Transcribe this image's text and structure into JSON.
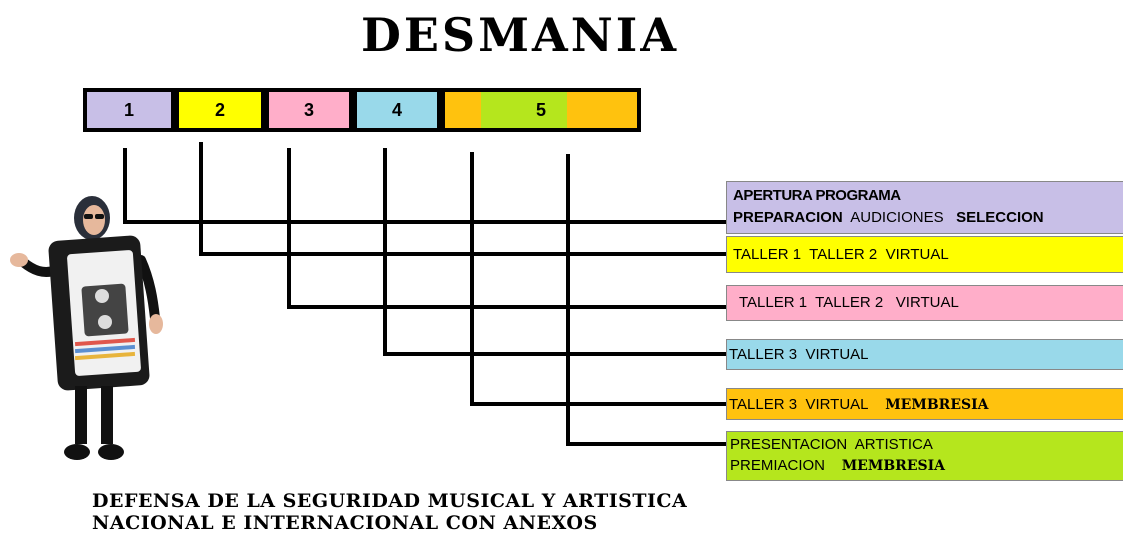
{
  "title": "DESMANIA",
  "phases": [
    {
      "label": "1",
      "color": "#c8bfe7"
    },
    {
      "label": "2",
      "color": "#ffff00"
    },
    {
      "label": "3",
      "color": "#ffaec9"
    },
    {
      "label": "4",
      "color": "#99d9ea"
    },
    {
      "label": "5",
      "colors": [
        "#ffc20e",
        "#b5e61d",
        "#ffc20e"
      ]
    }
  ],
  "boxes": [
    {
      "color": "#c8bfe7",
      "lines": [
        [
          "APERTURA PROGRAMA"
        ],
        [
          "PREPARACION",
          "AUDICIONES",
          "SELECCION"
        ]
      ]
    },
    {
      "color": "#ffff00",
      "lines": [
        [
          "TALLER 1",
          "TALLER 2",
          "VIRTUAL"
        ]
      ]
    },
    {
      "color": "#ffaec9",
      "lines": [
        [
          "TALLER 1",
          "TALLER 2",
          "VIRTUAL"
        ]
      ]
    },
    {
      "color": "#99d9ea",
      "lines": [
        [
          "TALLER 3",
          "VIRTUAL"
        ]
      ]
    },
    {
      "color": "#ffc20e",
      "lines": [
        [
          "TALLER 3",
          "VIRTUAL",
          "MEMBRESIA"
        ]
      ]
    },
    {
      "color": "#b5e61d",
      "lines": [
        [
          "PRESENTACION",
          "ARTISTICA"
        ],
        [
          "PREMIACION",
          "MEMBRESIA"
        ]
      ]
    }
  ],
  "footer": [
    "DEFENSA DE LA SEGURIDAD MUSICAL Y ARTISTICA",
    "NACIONAL E INTERNACIONAL CON ANEXOS"
  ]
}
